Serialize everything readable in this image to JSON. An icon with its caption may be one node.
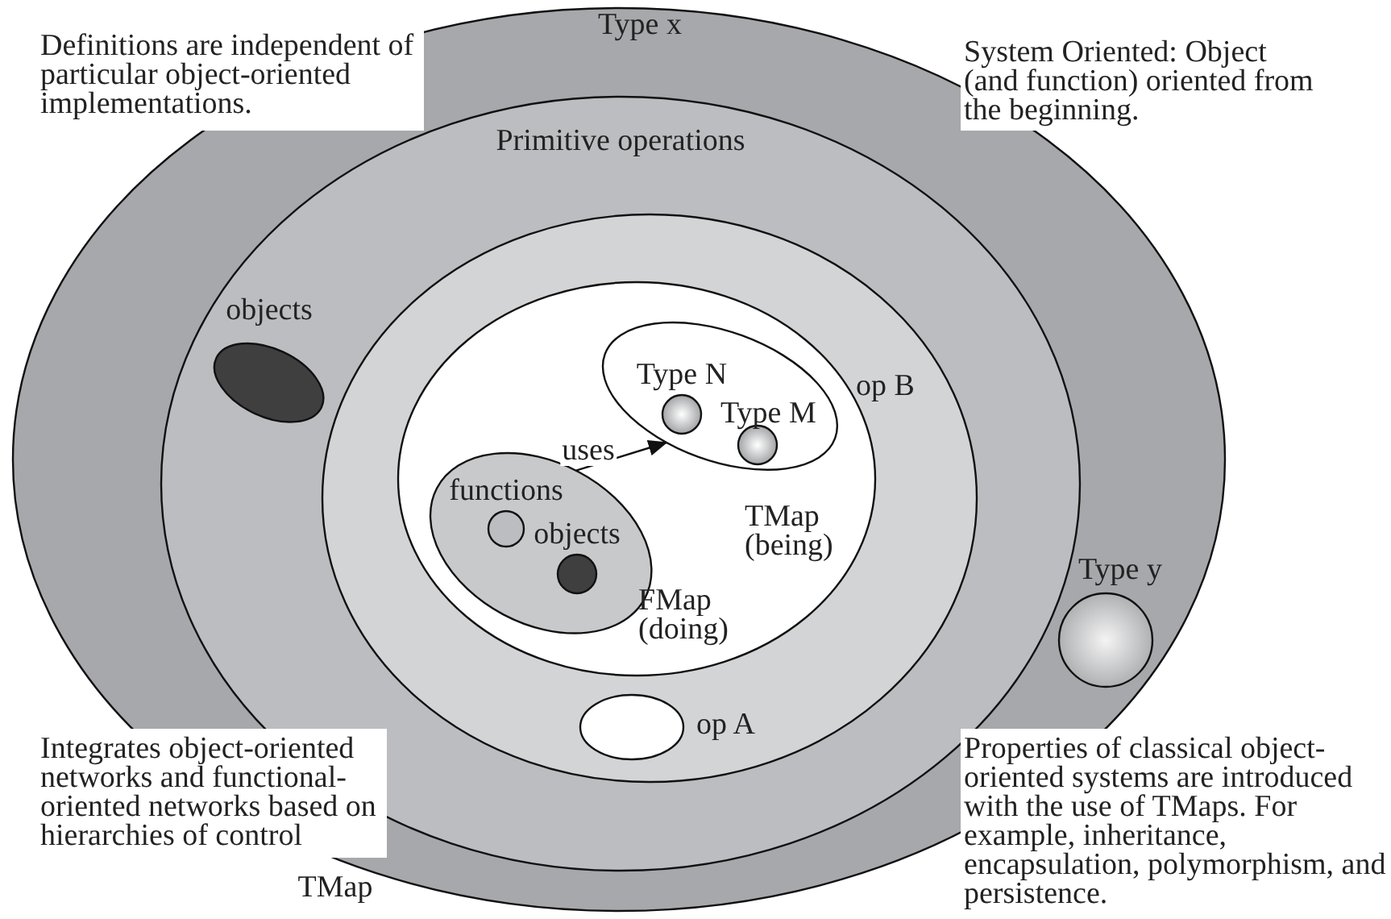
{
  "diagram": {
    "nodes": [
      {
        "text": [
          "Type x",
          "TMap"
        ]
      },
      {
        "text": [
          "Primitive operations"
        ],
        "in": 0
      },
      {
        "text": [],
        "shape": "ellipse",
        "in": 1
      },
      {
        "text": [],
        "shape": "ellipse",
        "in": 2,
        "beside": [
          "op B"
        ]
      },
      {
        "text": [],
        "shape": "ellipse",
        "in": 3,
        "beside": [
          "TMap (being)"
        ]
      },
      {
        "text": [],
        "shape": "circle",
        "in": 4,
        "beside": [
          "Type N"
        ]
      },
      {
        "text": [],
        "shape": "circle",
        "in": 4,
        "beside": [
          "Type M"
        ]
      },
      {
        "text": [],
        "shape": "ellipse",
        "in": 3,
        "beside": [
          "FMap (doing)"
        ]
      },
      {
        "text": [],
        "shape": "circle",
        "in": 7,
        "beside": [
          "functions"
        ]
      },
      {
        "text": [],
        "shape": "circle",
        "in": 7,
        "beside": [
          "objects"
        ]
      },
      {
        "text": [],
        "shape": "ellipse",
        "in": 2,
        "beside": [
          "op A"
        ]
      },
      {
        "text": [],
        "shape": "ellipse",
        "in": 1,
        "beside": [
          "objects"
        ]
      },
      {
        "text": [],
        "shape": "circle",
        "in": 0,
        "beside": [
          "Type y"
        ]
      }
    ],
    "edges": [
      {
        "from": 7,
        "to": 4,
        "arrow": "to",
        "label": "uses"
      }
    ],
    "labels": [
      "Definitions are independent of particular object-oriented implementations.",
      "System Oriented: Object (and function) oriented from the beginning.",
      "Integrates object-oriented networks and functional-oriented networks based on hierarchies of control",
      "Properties of classical object-oriented systems are introduced with the use of TMaps. For example, inheritance, encapsulation, polymorphism, and persistence."
    ]
  }
}
